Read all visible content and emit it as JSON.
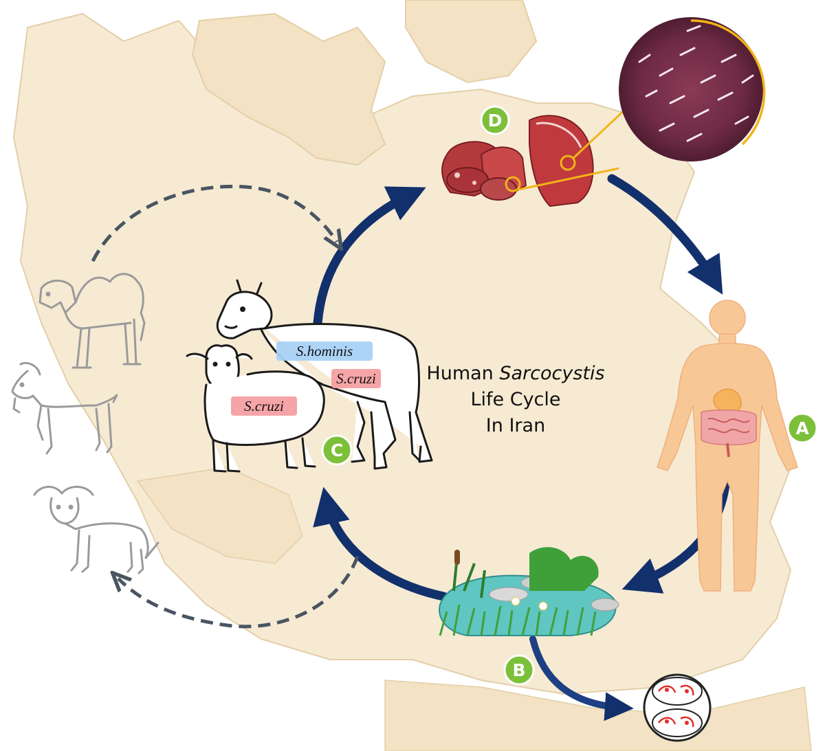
{
  "title": {
    "line1_prefix": "Human",
    "line1_italic": "Sarcocystis",
    "line2": "Life Cycle",
    "line3": "In Iran"
  },
  "species_labels": {
    "cattle_primary": "S.hominis",
    "cattle_secondary": "S.cruzi",
    "sheep": "S.cruzi"
  },
  "stage_badges": {
    "human": "A",
    "environment": "B",
    "livestock": "C",
    "meat": "D"
  },
  "colors": {
    "map": "#f6ead3",
    "map_border": "#e3cfa8",
    "main_arrow": "#12306b",
    "dashed_arrow": "#4a5562",
    "badge": "#7cc03a",
    "human_skin": "#f8c796",
    "hominis_highlight": "#a9d2f5",
    "cruzi_highlight": "#f49a9d",
    "zoom_ring": "#f2b418"
  },
  "icons": [
    "camel-icon",
    "goat-icon",
    "buffalo-icon",
    "cattle-icon",
    "sheep-icon",
    "meat-icon",
    "human-body-icon",
    "pond-icon",
    "oocyst-icon",
    "muscle-zoom-icon"
  ]
}
